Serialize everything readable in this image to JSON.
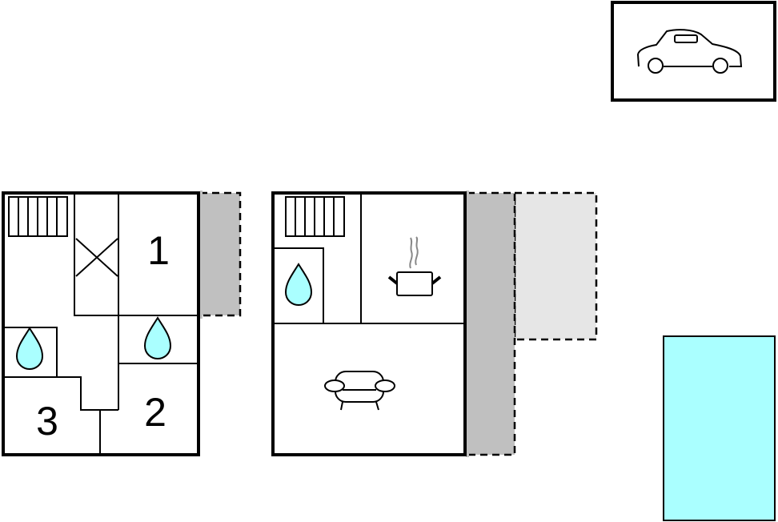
{
  "floor_plan": {
    "ground_floor": {
      "rooms": [
        {
          "label": "1"
        },
        {
          "label": "2"
        },
        {
          "label": "3"
        }
      ]
    },
    "icons": [
      "stairs-icon",
      "water-drop-icon",
      "cooking-pot-icon",
      "sofa-icon",
      "car-icon",
      "pool"
    ],
    "colors": {
      "water": "#aaffff",
      "terrace": "#c0c0c0",
      "terrace_light": "#e6e6e6",
      "pool": "#aaffff",
      "wall": "#000000"
    }
  }
}
